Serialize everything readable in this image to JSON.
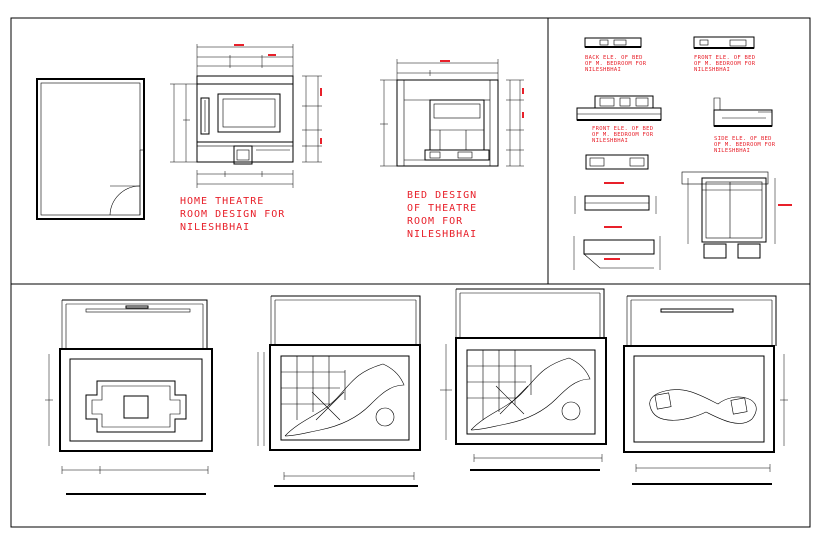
{
  "labels": {
    "home_theatre": [
      "HOME THEATRE",
      "ROOM DESIGN FOR",
      "NILESHBHAI"
    ],
    "bed_design": [
      "BED DESIGN",
      "OF THEATRE",
      "ROOM FOR",
      "NILESHBHAI"
    ],
    "back_ele": [
      "BACK ELE. OF BED",
      "OF M. BEDROOM FOR",
      "NILESHBHAI"
    ],
    "front_ele_top": [
      "FRONT ELE. OF BED",
      "OF M. BEDROOM FOR",
      "NILESHBHAI"
    ],
    "front_ele_mid": [
      "FRONT ELE. OF BED",
      "OF M. BEDROOM FOR",
      "NILESHBHAI"
    ],
    "side_ele": [
      "SIDE ELE. OF BED",
      "OF M. BEDROOM FOR",
      "NILESHBHAI"
    ]
  },
  "colors": {
    "annotation": "#e8202a",
    "line": "#000000",
    "paper": "#ffffff"
  }
}
